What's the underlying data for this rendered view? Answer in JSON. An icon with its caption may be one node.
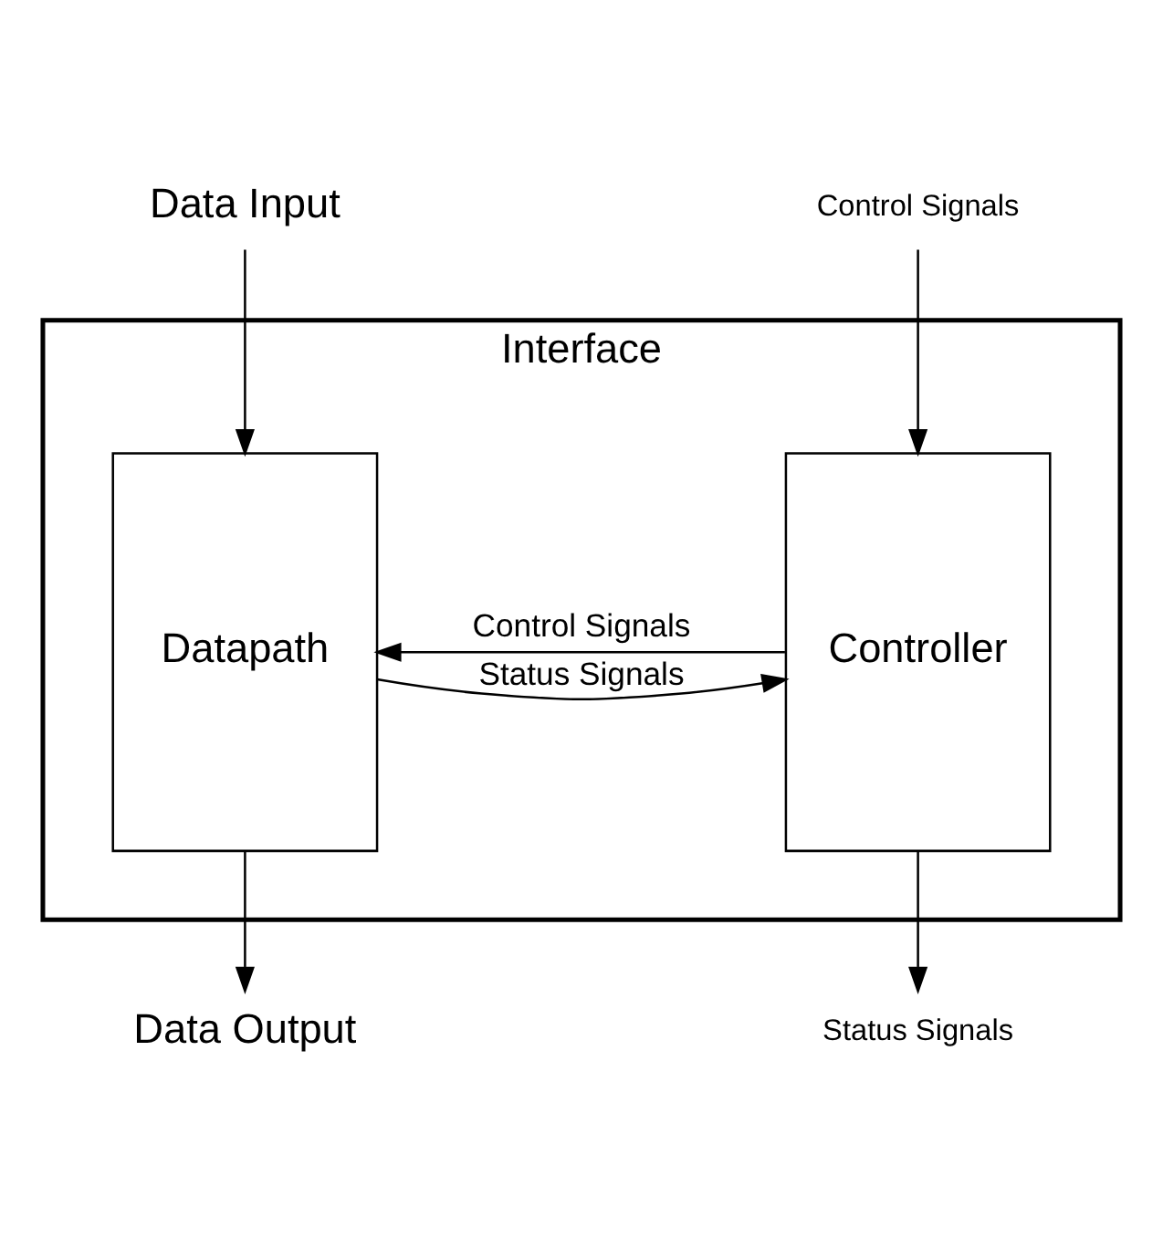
{
  "diagram": {
    "nodes": [
      {
        "text": [
          "Data Input"
        ]
      },
      {
        "text": [
          "Control Signals"
        ]
      },
      {
        "text": [
          "Interface"
        ]
      },
      {
        "text": [
          "Datapath"
        ],
        "in": 2
      },
      {
        "text": [
          "Controller"
        ],
        "in": 2
      },
      {
        "text": [
          "Data Output"
        ]
      },
      {
        "text": [
          "Status Signals"
        ]
      }
    ],
    "edges": [
      {
        "from": 0,
        "to": 3,
        "arrow": "to"
      },
      {
        "from": 1,
        "to": 4,
        "arrow": "to"
      },
      {
        "from": 3,
        "to": 4,
        "arrow": "to",
        "label": "Status Signals"
      },
      {
        "from": 4,
        "to": 3,
        "arrow": "to",
        "label": "Control Signals"
      },
      {
        "from": 3,
        "to": 5,
        "arrow": "to"
      },
      {
        "from": 4,
        "to": 6,
        "arrow": "to"
      }
    ]
  }
}
